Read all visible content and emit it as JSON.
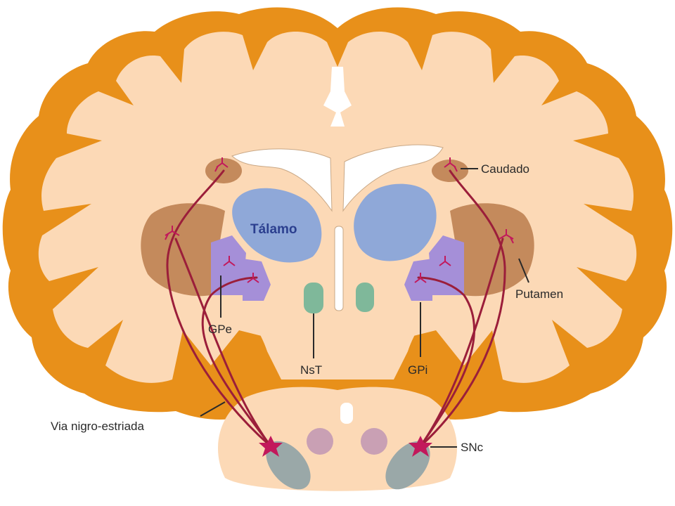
{
  "labels": {
    "caudado": "Caudado",
    "talamo": "Tálamo",
    "putamen": "Putamen",
    "gpe": "GPe",
    "nst": "NsT",
    "gpi": "GPi",
    "via": "Via nigro-estriada",
    "snc": "SNc"
  },
  "colors": {
    "cortex": "#e8901a",
    "white_matter": "#fcd9b6",
    "thalamus": "#8fa8d8",
    "putamen": "#c48a5c",
    "globus_pallidus": "#a58fd8",
    "subthalamic": "#7fb89a",
    "pathway": "#9b1e3a",
    "neuron": "#c2185b",
    "nigra_body": "#9aa8a8"
  }
}
